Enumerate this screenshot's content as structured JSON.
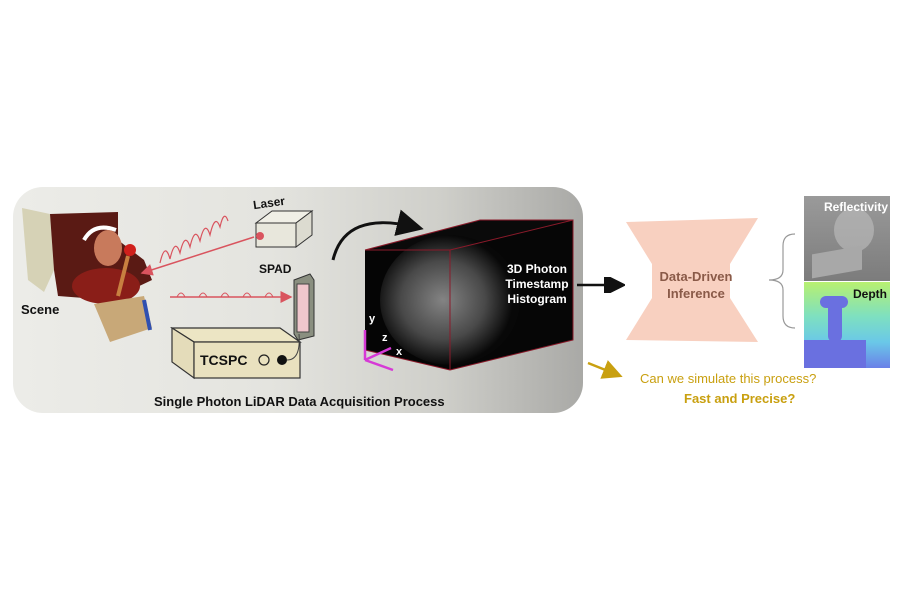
{
  "diagram": {
    "acquisition": {
      "caption": "Single Photon LiDAR Data Acquisition Process",
      "scene_label": "Scene",
      "laser_label": "Laser",
      "spad_label": "SPAD",
      "tcspc_label": "TCSPC",
      "histogram_label_lines": [
        "3D Photon",
        "Timestamp",
        "Histogram"
      ],
      "axes": {
        "x": "x",
        "y": "y",
        "z": "z"
      }
    },
    "inference": {
      "label_lines": [
        "Data-Driven",
        "Inference"
      ]
    },
    "outputs": [
      {
        "label": "Reflectivity"
      },
      {
        "label": "Depth"
      }
    ],
    "question": {
      "line1": "Can we simulate this process?",
      "line2": "Fast and Precise?"
    },
    "colors": {
      "laser_pulse": "#d9545e",
      "inference_block": "#f8d0c0",
      "question": "#c9a010",
      "axis": "#d63ad6",
      "cube_edge": "#8a1a2a"
    }
  }
}
